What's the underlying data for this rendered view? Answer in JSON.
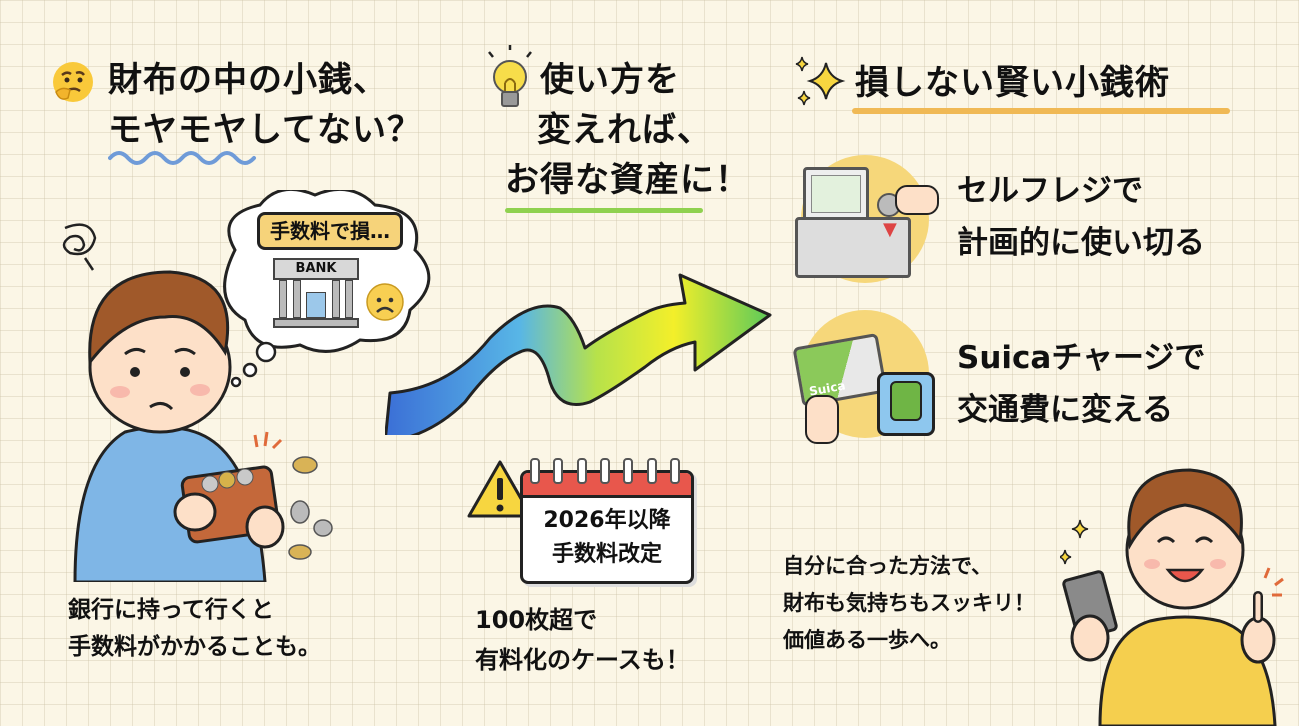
{
  "left": {
    "title_line1": "財布の中の小銭、",
    "title_line2": "モヤモヤしてない？",
    "title_icon": "thinking-face-icon",
    "thought_bubble": {
      "caption": "手数料で損…",
      "bank_sign": "BANK"
    },
    "body_line1": "銀行に持って行くと",
    "body_line2": "手数料がかかることも。"
  },
  "middle": {
    "title_line1": "使い方を",
    "title_line2": "変えれば、",
    "title_line3": "お得な資産に！",
    "title_icon": "lightbulb-icon",
    "calendar": {
      "line1": "2026年以降",
      "line2": "手数料改定"
    },
    "body_line1": "100枚超で",
    "body_line2": "有料化のケースも！"
  },
  "right": {
    "title": "損しない賢い小銭術",
    "title_icon": "sparkles-icon",
    "items": [
      {
        "line1": "セルフレジで",
        "line2": "計画的に使い切る",
        "icon": "self-checkout-icon"
      },
      {
        "line1": "Suicaチャージで",
        "line2": "交通費に変える",
        "icon": "suica-card-icon",
        "card_label": "Suica"
      }
    ],
    "body_line1": "自分に合った方法で、",
    "body_line2": "財布も気持ちもスッキリ！",
    "body_line3": "価値ある一歩へ。"
  },
  "colors": {
    "background": "#fbf6e6",
    "wave_blue": "#6f9bd8",
    "underline_green": "#8fd14f",
    "underline_orange": "#f0b955",
    "calendar_red": "#e8574c",
    "warning_yellow": "#f7d640"
  }
}
